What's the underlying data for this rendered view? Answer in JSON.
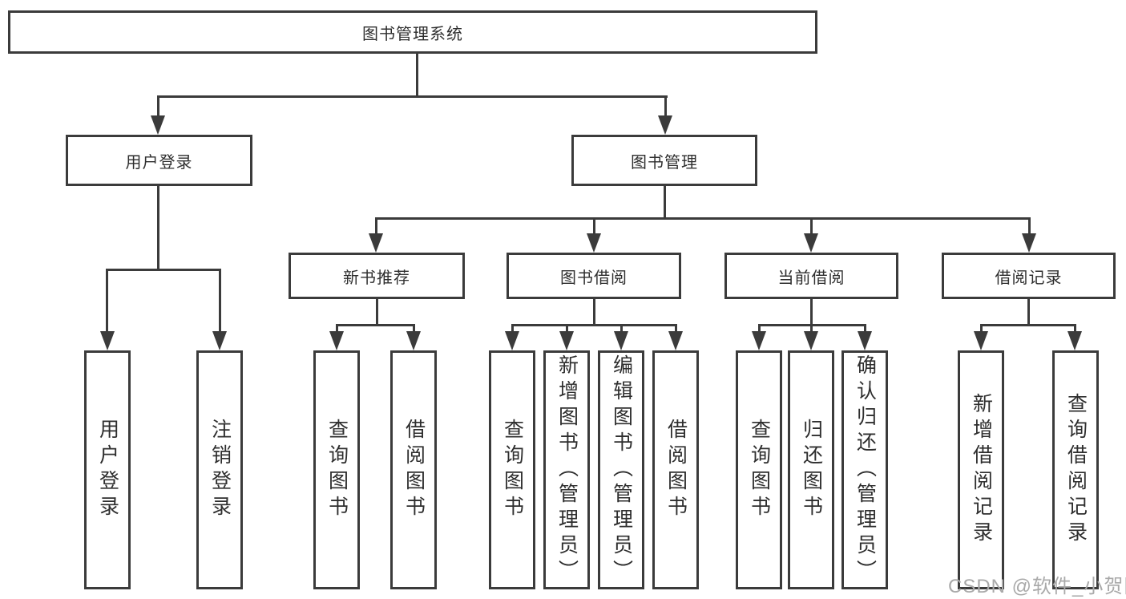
{
  "diagram": {
    "title": "图书管理系统",
    "root": {
      "label": "图书管理系统"
    },
    "level2": [
      {
        "label": "用户登录"
      },
      {
        "label": "图书管理"
      }
    ],
    "level3": [
      {
        "label": "新书推荐"
      },
      {
        "label": "图书借阅"
      },
      {
        "label": "当前借阅"
      },
      {
        "label": "借阅记录"
      }
    ],
    "leafGroups": [
      {
        "parent": "用户登录",
        "leaves": [
          {
            "label": "用户登录"
          },
          {
            "label": "注销登录"
          }
        ]
      },
      {
        "parent": "新书推荐",
        "leaves": [
          {
            "label": "查询图书"
          },
          {
            "label": "借阅图书"
          }
        ]
      },
      {
        "parent": "图书借阅",
        "leaves": [
          {
            "label": "查询图书"
          },
          {
            "label": "新增图书（管理员）"
          },
          {
            "label": "编辑图书（管理员）"
          },
          {
            "label": "借阅图书"
          }
        ]
      },
      {
        "parent": "当前借阅",
        "leaves": [
          {
            "label": "查询图书"
          },
          {
            "label": "归还图书"
          },
          {
            "label": "确认归还（管理员）"
          }
        ]
      },
      {
        "parent": "借阅记录",
        "leaves": [
          {
            "label": "新增借阅记录"
          },
          {
            "label": "查询借阅记录"
          }
        ]
      }
    ]
  },
  "watermark": {
    "text": "CSDN @软件_小贺同学"
  },
  "colors": {
    "line": "#3b3b3b",
    "text": "#2e2e2e",
    "watermark": "#a9a9a9",
    "background": "#ffffff"
  }
}
